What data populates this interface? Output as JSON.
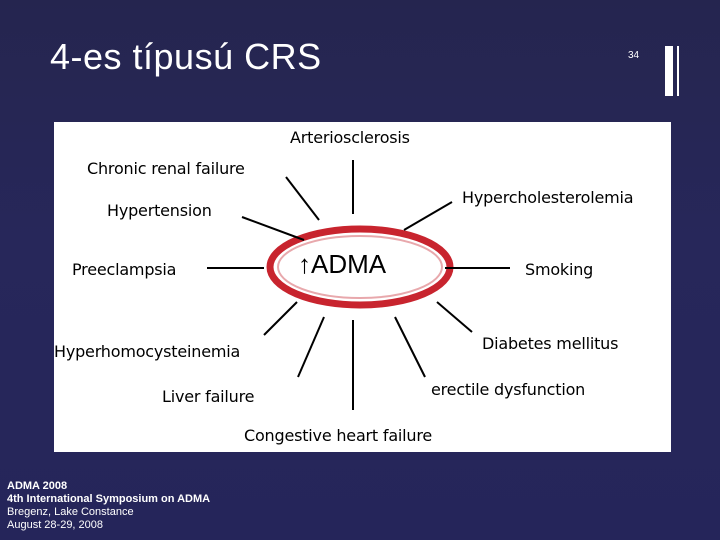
{
  "slide": {
    "title": "4-es típusú CRS",
    "page_number": "34"
  },
  "diagram": {
    "center_arrow": "↑",
    "center_label": "ADMA",
    "labels": {
      "top": "Arteriosclerosis",
      "top_left_1": "Chronic renal failure",
      "top_left_2": "Hypertension",
      "top_right": "Hypercholesterolemia",
      "left": "Preeclampsia",
      "right": "Smoking",
      "bottom_left_1": "Hyperhomocysteinemia",
      "bottom_right_1": "Diabetes mellitus",
      "bottom_left_2": "Liver failure",
      "bottom_right_2": "erectile dysfunction",
      "bottom": "Congestive heart failure"
    },
    "colors": {
      "ring": "#c8242e",
      "ring_inner": "#e8a8ac"
    }
  },
  "footer": {
    "line1": "ADMA 2008",
    "line2": "4th International Symposium on ADMA",
    "line3": "Bregenz, Lake Constance",
    "line4": "August 28-29, 2008"
  }
}
